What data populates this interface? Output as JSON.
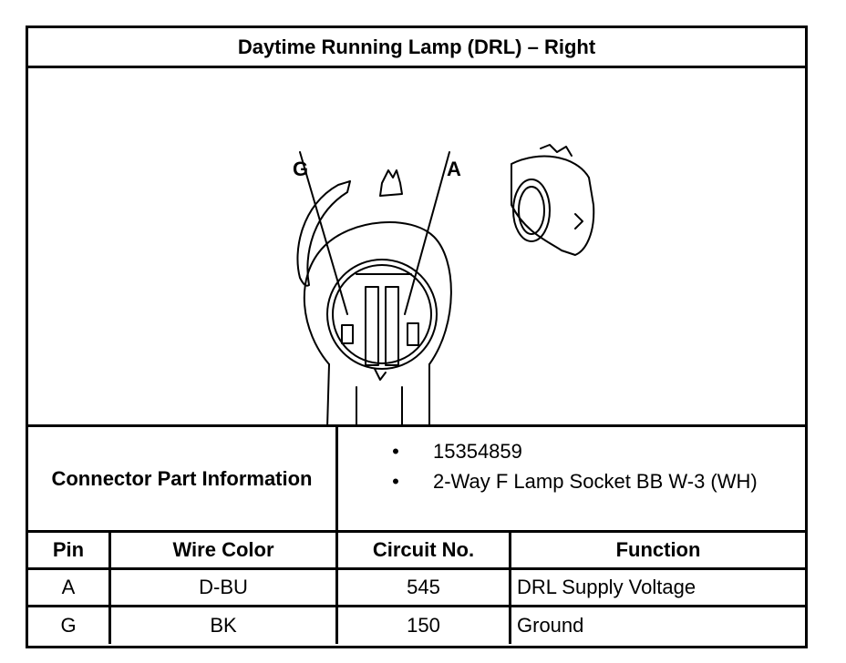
{
  "title": "Daytime Running Lamp (DRL) – Right",
  "drawing": {
    "pin_labels": [
      "G",
      "A"
    ]
  },
  "connector_info": {
    "label": "Connector Part Information",
    "items": [
      "15354859",
      "2-Way F Lamp Socket BB W-3 (WH)"
    ],
    "bullet": "•"
  },
  "pin_table": {
    "headers": [
      "Pin",
      "Wire Color",
      "Circuit No.",
      "Function"
    ],
    "rows": [
      [
        "A",
        "D-BU",
        "545",
        "DRL Supply Voltage"
      ],
      [
        "G",
        "BK",
        "150",
        "Ground"
      ]
    ]
  }
}
